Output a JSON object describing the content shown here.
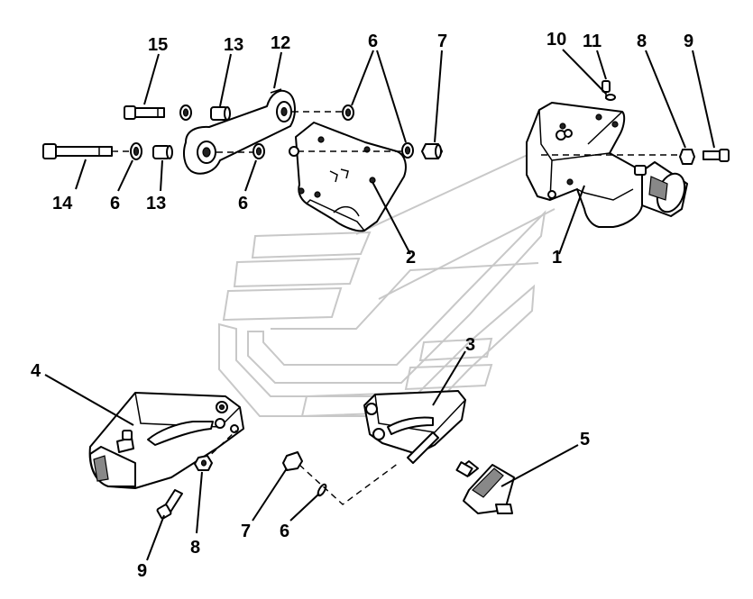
{
  "diagram": {
    "callouts": [
      {
        "id": "c15",
        "text": "15"
      },
      {
        "id": "c13a",
        "text": "13"
      },
      {
        "id": "c12",
        "text": "12"
      },
      {
        "id": "c6a",
        "text": "6"
      },
      {
        "id": "c7a",
        "text": "7"
      },
      {
        "id": "c10",
        "text": "10"
      },
      {
        "id": "c11",
        "text": "11"
      },
      {
        "id": "c8a",
        "text": "8"
      },
      {
        "id": "c9a",
        "text": "9"
      },
      {
        "id": "c14",
        "text": "14"
      },
      {
        "id": "c6b",
        "text": "6"
      },
      {
        "id": "c13b",
        "text": "13"
      },
      {
        "id": "c6c",
        "text": "6"
      },
      {
        "id": "c2",
        "text": "2"
      },
      {
        "id": "c1",
        "text": "1"
      },
      {
        "id": "c3",
        "text": "3"
      },
      {
        "id": "c4",
        "text": "4"
      },
      {
        "id": "c5",
        "text": "5"
      },
      {
        "id": "c9b",
        "text": "9"
      },
      {
        "id": "c8b",
        "text": "8"
      },
      {
        "id": "c7b",
        "text": "7"
      },
      {
        "id": "c6d",
        "text": "6"
      }
    ]
  }
}
